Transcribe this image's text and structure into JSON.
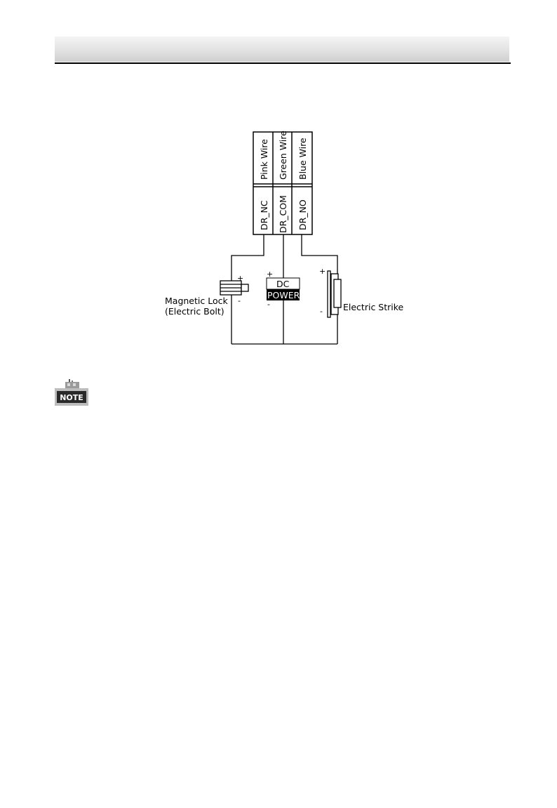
{
  "header": {
    "title": ""
  },
  "diagram": {
    "wires": [
      "Pink Wire",
      "Green Wire",
      "Blue Wire"
    ],
    "terminals": [
      "DR_NC",
      "DR_COM",
      "DR_NO"
    ],
    "magnetic_lock": {
      "line1": "Magnetic Lock",
      "line2": "(Electric Bolt)",
      "plus": "+",
      "minus": "-"
    },
    "dc_power": {
      "line1": "DC",
      "line2": "POWER",
      "plus": "+",
      "minus": "-"
    },
    "electric_strike": {
      "label": "Electric Strike",
      "plus": "+",
      "minus": "-"
    }
  },
  "note": {
    "icon_label": "NOTE",
    "icon": "note-icon"
  }
}
